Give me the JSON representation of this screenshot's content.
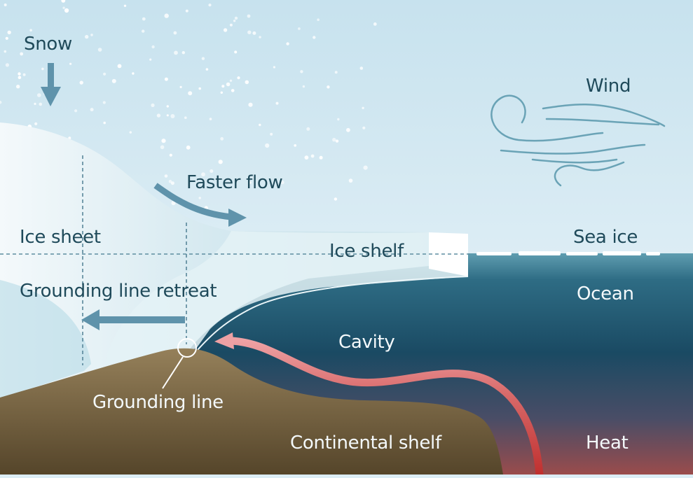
{
  "labels": {
    "snow": "Snow",
    "wind": "Wind",
    "faster_flow": "Faster flow",
    "ice_sheet": "Ice sheet",
    "ice_shelf": "Ice shelf",
    "sea_ice": "Sea ice",
    "grounding_line_retreat": "Grounding line retreat",
    "ocean": "Ocean",
    "cavity": "Cavity",
    "grounding_line": "Grounding line",
    "continental_shelf": "Continental shelf",
    "heat": "Heat"
  },
  "colors": {
    "sky_top": "#c9e3ef",
    "sky_bottom": "#eef6fa",
    "ice_sheet": "#cfe6ee",
    "ice_shelf_edge": "#ffffff",
    "ocean_top": "#4f8ea3",
    "ocean_deep": "#1a4a63",
    "ocean_warm": "#8a4a4c",
    "bedrock_top": "#8f7a52",
    "bedrock_bottom": "#5a4a2c",
    "arrow_blue": "#5f93ab",
    "heat_arrow": "#c23b39",
    "dark_text": "#1f4a5a",
    "light_text": "#f4f9fb"
  },
  "icons": [
    "snow-arrow-icon",
    "wind-icon",
    "faster-flow-arrow-icon",
    "retreat-arrow-icon",
    "heat-arrow-icon",
    "grounding-line-marker-icon"
  ]
}
